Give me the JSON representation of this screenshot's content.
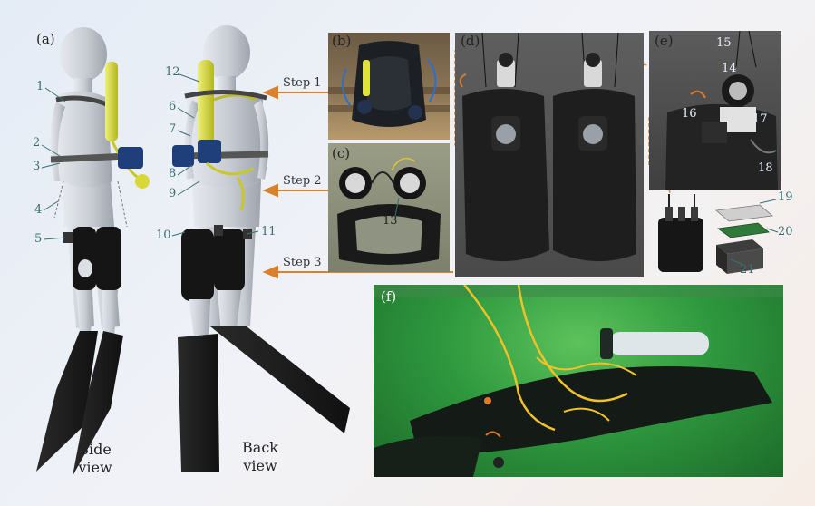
{
  "panels": {
    "a": "(a)",
    "b": "(b)",
    "c": "(c)",
    "d": "(d)",
    "e": "(e)",
    "f": "(f)"
  },
  "views": {
    "side": [
      "Side",
      "view"
    ],
    "back": [
      "Back",
      "view"
    ]
  },
  "steps": {
    "step1": "Step 1",
    "step2": "Step 2",
    "step3": "Step 3"
  },
  "numbers": {
    "n1": "1",
    "n2": "2",
    "n3": "3",
    "n4": "4",
    "n5": "5",
    "n6": "6",
    "n7": "7",
    "n8": "8",
    "n9": "9",
    "n10": "10",
    "n11": "11",
    "n12": "12",
    "n13": "13",
    "n14": "14",
    "n15": "15",
    "n16": "16",
    "n17": "17",
    "n18": "18",
    "n19": "19",
    "n20": "20",
    "n21": "21"
  },
  "colors": {
    "arrow": "#d9822b",
    "label": "#3b6f73",
    "tank_yellow": "#d7d93a",
    "underwater_green": "#2f9a3f",
    "suit_black": "#1d1d1d",
    "mannequin": "#c9ced6"
  }
}
